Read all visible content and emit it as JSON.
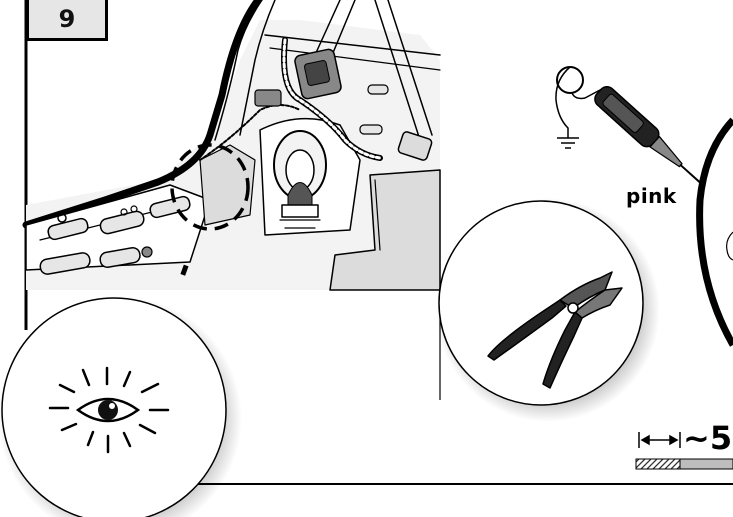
{
  "step": {
    "number": "9"
  },
  "labels": {
    "wire_color": "pink",
    "strip_length": "~5"
  },
  "icons": {
    "eye": "eye-icon",
    "pliers": "side-cutter-pliers-icon",
    "test_lamp": "test-lamp-probe-icon",
    "ground": "ground-symbol-icon",
    "arrow": "double-arrow-icon",
    "wire": "stripped-wire-icon"
  },
  "colors": {
    "line": "#000000",
    "panel_gray": "#e6e6e6",
    "interior_gray": "#dcdcdc"
  }
}
